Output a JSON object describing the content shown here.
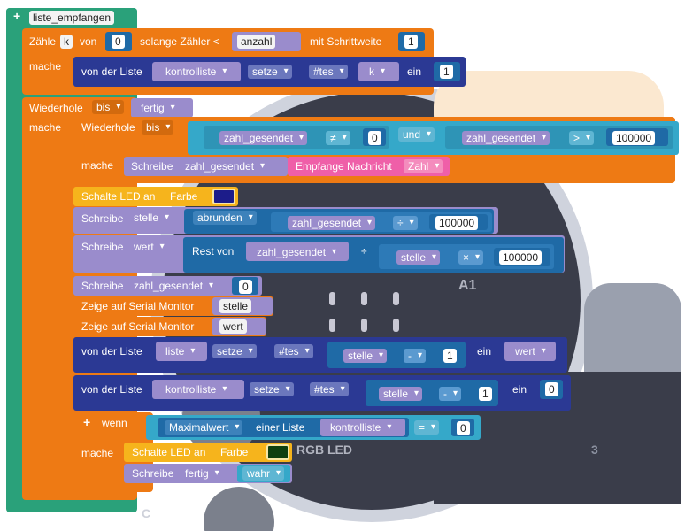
{
  "colors": {
    "function_green": "#2aa17a",
    "loop_orange": "#ee7a14",
    "list_navy": "#2b3994",
    "variable_purple": "#9a8ccc",
    "math_blue": "#1f6aa6",
    "logic_cyan": "#35a8c9",
    "radio_pink": "#ef5fa8",
    "led_yellow": "#f6b41c"
  },
  "icons": {
    "plus": "plus-icon",
    "dropdown": "chevron-down-icon"
  },
  "function_block": {
    "plus": "+",
    "name": "liste_empfangen"
  },
  "for_loop": {
    "label": "Zähle",
    "var": "k",
    "von": "von",
    "from": "0",
    "condition": "solange Zähler <",
    "limit": "anzahl",
    "step_label": "mit Schrittweite",
    "step": "1",
    "do": "mache"
  },
  "set_kontrolliste_1": {
    "label": "von der Liste",
    "list": "kontrolliste",
    "op": "setze",
    "index_mode": "#tes",
    "index": "k",
    "ein": "ein",
    "value": "1"
  },
  "repeat_outer": {
    "label": "Wiederhole",
    "mode": "bis",
    "var": "fertig",
    "do": "mache"
  },
  "repeat_inner": {
    "label": "Wiederhole",
    "mode": "bis",
    "var_a": "zahl_gesendet",
    "op_neq": "≠",
    "zero": "0",
    "und": "und",
    "var_b": "zahl_gesendet",
    "op_gt": ">",
    "big": "100000",
    "do": "mache"
  },
  "write_receive": {
    "label": "Schreibe",
    "var": "zahl_gesendet",
    "radio_label": "Empfange Nachricht",
    "radio_type": "Zahl"
  },
  "led_1": {
    "label": "Schalte LED an",
    "farbe": "Farbe",
    "color": "#1c1c8a"
  },
  "write_stelle": {
    "label": "Schreibe",
    "var": "stelle",
    "round": "abrunden",
    "operand": "zahl_gesendet",
    "op": "÷",
    "divisor": "100000"
  },
  "write_wert": {
    "label": "Schreibe",
    "var": "wert",
    "rest": "Rest von",
    "operand": "zahl_gesendet",
    "div": "÷",
    "inner_var": "stelle",
    "times": "×",
    "value": "100000"
  },
  "write_zero": {
    "label": "Schreibe",
    "var": "zahl_gesendet",
    "value": "0"
  },
  "serial_1": {
    "label": "Zeige auf Serial Monitor",
    "var": "stelle"
  },
  "serial_2": {
    "label": "Zeige auf Serial Monitor",
    "var": "wert"
  },
  "set_liste": {
    "label": "von der Liste",
    "list": "liste",
    "op": "setze",
    "index_mode": "#tes",
    "index_var": "stelle",
    "minus": "-",
    "one": "1",
    "ein": "ein",
    "value": "wert"
  },
  "set_kontrolliste_2": {
    "label": "von der Liste",
    "list": "kontrolliste",
    "op": "setze",
    "index_mode": "#tes",
    "index_var": "stelle",
    "minus": "-",
    "one": "1",
    "ein": "ein",
    "value": "0"
  },
  "if_block": {
    "plus": "+",
    "label": "wenn",
    "func": "Maximalwert",
    "of": "einer Liste",
    "list": "kontrolliste",
    "op": "=",
    "value": "0",
    "do": "mache"
  },
  "led_2": {
    "label": "Schalte LED an",
    "farbe": "Farbe",
    "color": "#0f3f0f"
  },
  "write_fertig": {
    "label": "Schreibe",
    "var": "fertig",
    "value": "wahr"
  },
  "background": {
    "a1": "A1",
    "rgb_led": "RGB LED",
    "three": "3",
    "c": "C"
  }
}
